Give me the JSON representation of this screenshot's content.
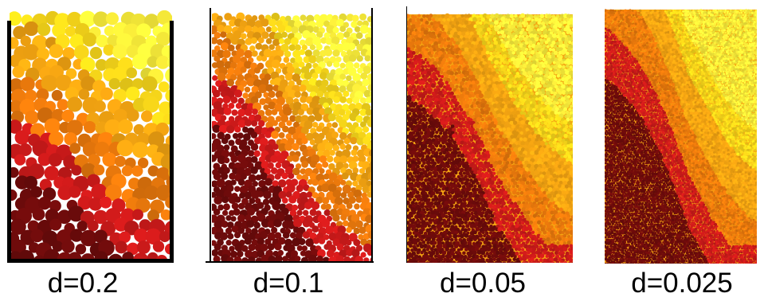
{
  "panels": [
    {
      "label": "d=0.2"
    },
    {
      "label": "d=0.1"
    },
    {
      "label": "d=0.05"
    },
    {
      "label": "d=0.025"
    }
  ],
  "colors": {
    "layers_bottom_to_top": [
      "#6e0b0b",
      "#cc1a1a",
      "#e8780c",
      "#f5a512",
      "#f7d61a",
      "#fbee3a"
    ],
    "wall": "#000000",
    "gap": "#ffffff"
  }
}
